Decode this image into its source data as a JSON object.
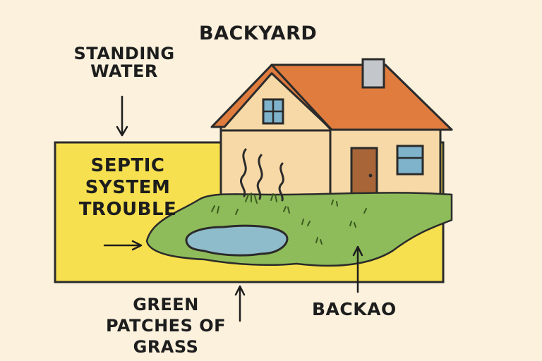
{
  "title": "BACKYARD",
  "labels": {
    "standing_water": [
      "STANDING",
      "WATER"
    ],
    "septic": [
      "SEPTIC",
      "SYSTEM",
      "TROUBLE"
    ],
    "green_patches": [
      "GREEN",
      "PATCHES OF",
      "GRASS"
    ],
    "backao": "BACKAO"
  },
  "colors": {
    "background": "#fbf1dd",
    "yard": "#f7e04f",
    "grass": "#8fbc5a",
    "pond": "#8fbccb",
    "house_wall": "#f6d9a6",
    "roof": "#e07c3e",
    "door": "#a86538",
    "window": "#7fb3cb",
    "outline": "#2b2b2b"
  }
}
